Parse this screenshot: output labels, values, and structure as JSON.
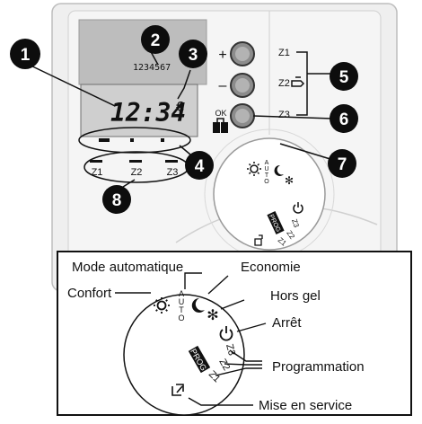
{
  "display": {
    "time": "12:34",
    "days": "1234567",
    "euro_symbol": "€"
  },
  "buttons": {
    "plus": "+",
    "minus": "–",
    "ok": "OK"
  },
  "zone_indicators": [
    "Z1",
    "Z2",
    "Z3"
  ],
  "zone_switch": [
    "Z1",
    "Z2",
    "Z3"
  ],
  "callouts": [
    "1",
    "2",
    "3",
    "4",
    "5",
    "6",
    "7",
    "8"
  ],
  "dial_small": {
    "auto": "AUTO",
    "prog": "PROG",
    "z1": "Z1",
    "z2": "Z2",
    "z3": "Z3"
  },
  "legend": {
    "mode_automatique": "Mode automatique",
    "confort": "Confort",
    "economie": "Economie",
    "hors_gel": "Hors gel",
    "arret": "Arrêt",
    "programmation": "Programmation",
    "mise_en_service": "Mise en service",
    "auto": "AUTO",
    "prog": "PROG",
    "z1": "Z1",
    "z2": "Z2",
    "z3": "Z3"
  },
  "icons": [
    "sun-icon",
    "moon-icon",
    "snowflake-icon",
    "power-icon",
    "hand-icon",
    "briefcase-icon",
    "reset-icon"
  ],
  "colors": {
    "device_body": "#ececec",
    "lcd": "#c9c9c9",
    "callout_badge": "#0d0d0d",
    "button_grey": "#8c8c8c"
  }
}
